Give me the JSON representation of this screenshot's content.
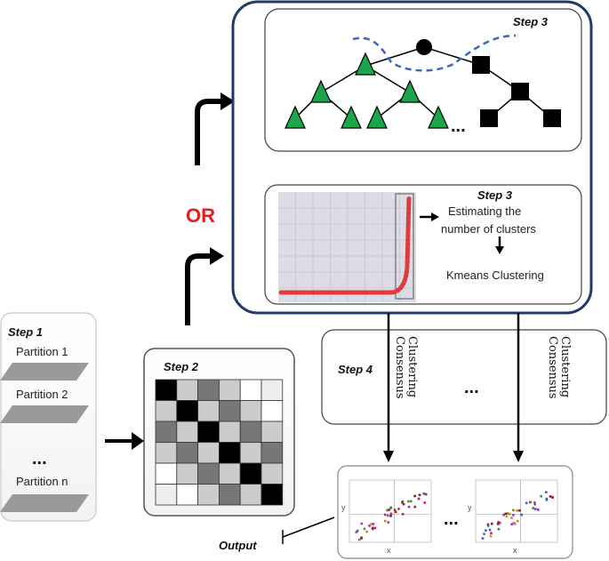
{
  "step1": {
    "label": "Step 1",
    "partitions": [
      "Partition 1",
      "Partition 2",
      "Partition n"
    ],
    "ellipsis": "..."
  },
  "step2": {
    "label": "Step 2"
  },
  "or_label": "OR",
  "step3_tree": {
    "label": "Step 3",
    "ellipsis": "..."
  },
  "step3_kmeans": {
    "label": "Step 3",
    "estimate_line1": "Estimating the",
    "estimate_line2": "number of clusters",
    "kmeans": "Kmeans Clustering"
  },
  "step4": {
    "label": "Step 4",
    "consensus_line1": "Consensus",
    "consensus_line2": "Clustering",
    "ellipsis": "..."
  },
  "output": {
    "label": "Output",
    "ellipsis": "...",
    "xaxis_letter": "x",
    "yaxis_letter": "y"
  },
  "colors": {
    "step3_border": "#1f3a6e",
    "or": "#e0201c",
    "triangle": "#1aa64b",
    "dashed_line": "#3b6ab8",
    "curve": "#e03a3a"
  }
}
